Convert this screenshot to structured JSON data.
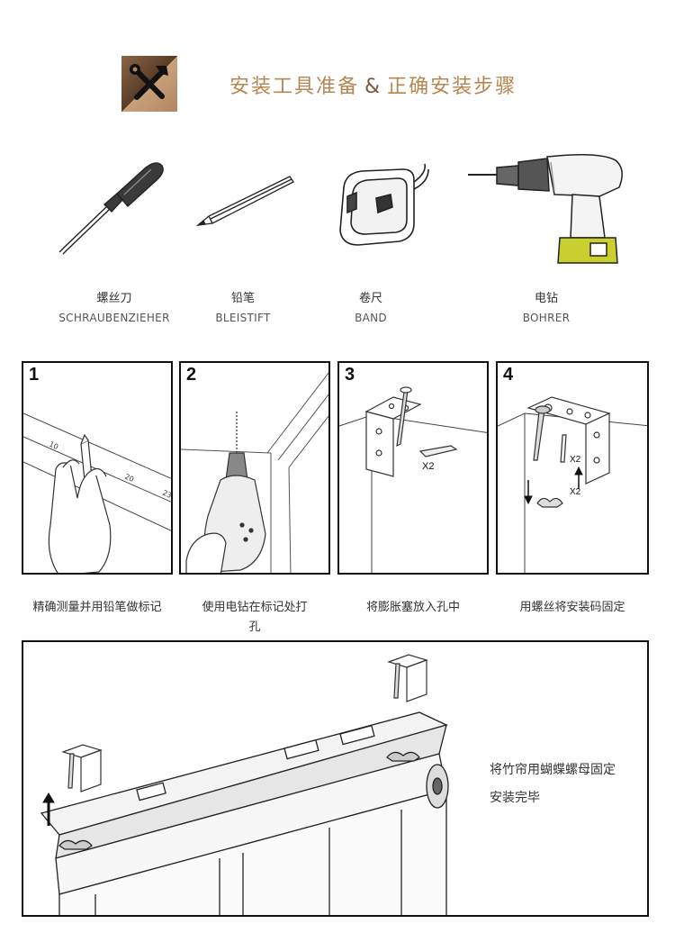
{
  "header": {
    "title_part1": "安装工具准备",
    "title_amp": "&",
    "title_part2": "正确安装步骤",
    "icon": "tools-icon",
    "colors": {
      "title": "#b78552",
      "icon_dark": "#4a3222",
      "icon_light": "#c9a27a"
    }
  },
  "tools": [
    {
      "icon": "screwdriver-icon",
      "cn": "螺丝刀",
      "en": "SCHRAUBENZIEHER"
    },
    {
      "icon": "pencil-icon",
      "cn": "铅笔",
      "en": "BLEISTIFT"
    },
    {
      "icon": "tape-measure-icon",
      "cn": "卷尺",
      "en": "BAND"
    },
    {
      "icon": "drill-icon",
      "cn": "电钻",
      "en": "BOHRER"
    }
  ],
  "steps": [
    {
      "number": "1",
      "caption": "精确测量并用铅笔做标记",
      "ruler_ticks": [
        "10",
        "20",
        "23"
      ]
    },
    {
      "number": "2",
      "caption_line1": "使用电钻在标记处打",
      "caption_line2": "孔"
    },
    {
      "number": "3",
      "caption": "将膨胀塞放入孔中",
      "count": "X2"
    },
    {
      "number": "4",
      "caption": "用螺丝将安装码固定",
      "count_a": "X2",
      "count_b": "X2"
    }
  ],
  "final": {
    "caption_line1": "将竹帘用蝴蝶螺母固定",
    "caption_line2": "安装完毕"
  }
}
